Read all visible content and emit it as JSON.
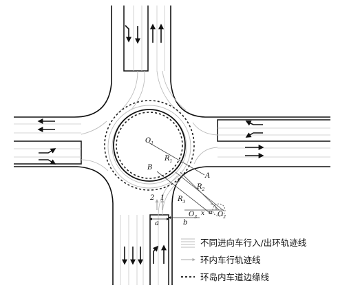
{
  "labels": {
    "O1_main": "O",
    "O1_sub": "1",
    "R1_main": "R",
    "R1_sub": "1",
    "R2_main": "R",
    "R2_sub": "2",
    "R3_main": "R",
    "R3_sub": "3",
    "O2_main": "O",
    "O2_sub": "2",
    "O3_main": "O",
    "O3_sub": "3",
    "A": "A",
    "B": "B",
    "x": "x",
    "alpha": "α",
    "a": "a",
    "b": "b",
    "lane_1": "1",
    "lane_2": "2"
  },
  "legend": {
    "item1": "不同进向车行入/出环轨迹线",
    "item2": "环内车行轨迹线",
    "item3": "环岛内车道边缘线"
  },
  "colors": {
    "road_edge": "#111111",
    "trajectory": "#bdbdbd",
    "inner_lane": "#222222"
  }
}
